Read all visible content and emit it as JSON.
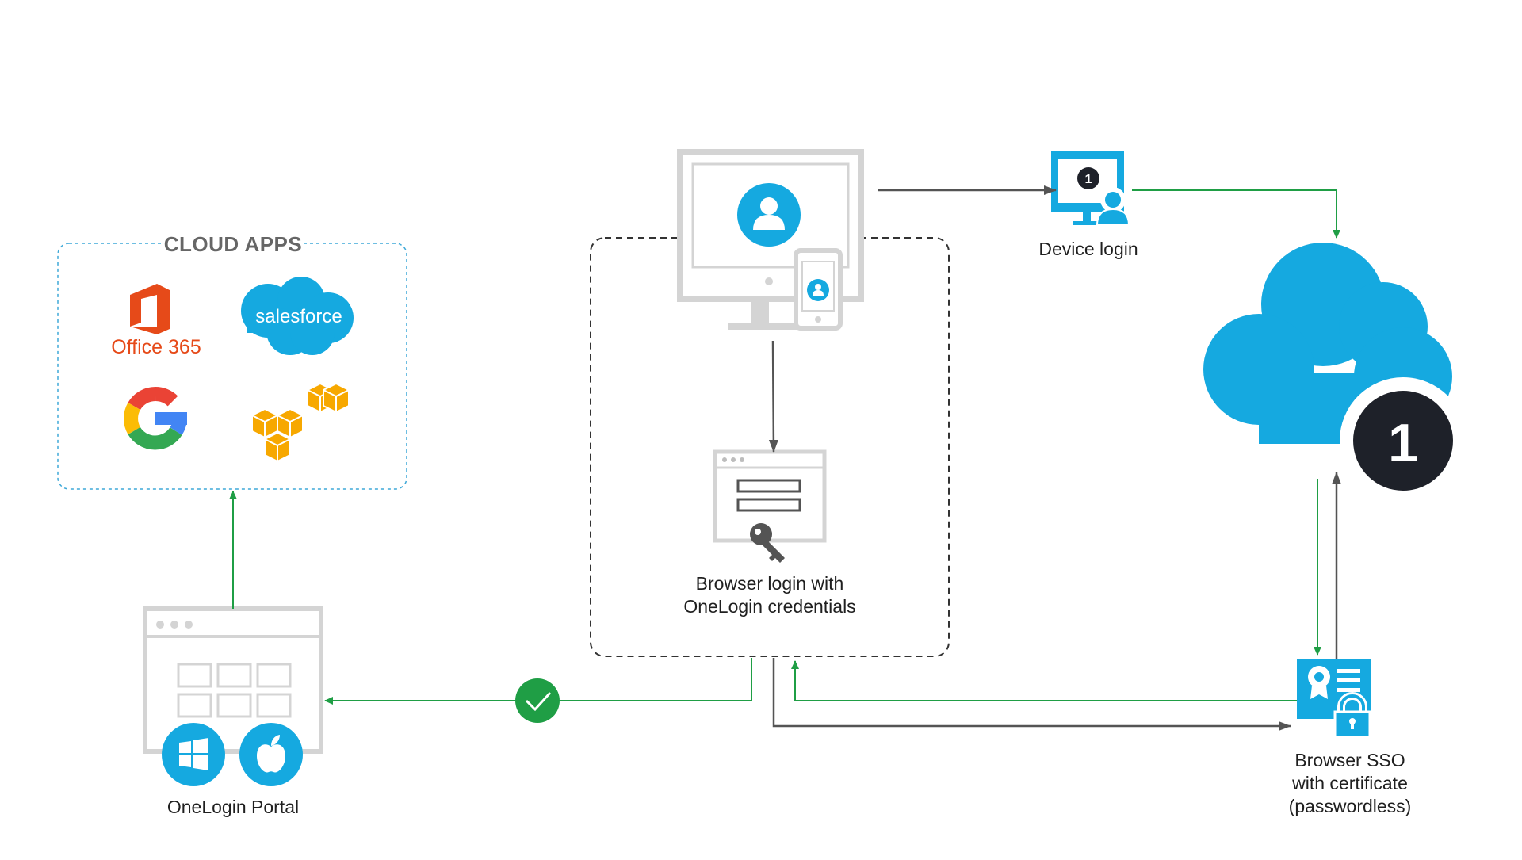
{
  "colors": {
    "accent_blue": "#15A9E0",
    "success_green": "#1F9E45",
    "arrow_dark": "#545454",
    "device_gray": "#D4D4D4",
    "onelogin_dark": "#1E2129"
  },
  "cloud_apps": {
    "title": "CLOUD APPS",
    "office365": {
      "icon": "office-365-logo",
      "label": "Office 365"
    },
    "salesforce": {
      "icon": "salesforce-logo",
      "label": "salesforce"
    },
    "google": {
      "icon": "google-logo"
    },
    "aws": {
      "icon": "aws-logo"
    }
  },
  "nodes": {
    "device_login": {
      "label": "Device login",
      "badge": "1"
    },
    "browser_login": {
      "line1": "Browser login with",
      "line2": "OneLogin credentials"
    },
    "onelogin_portal": {
      "label": "OneLogin Portal"
    },
    "browser_sso": {
      "line1": "Browser SSO",
      "line2": "with certificate",
      "line3": "(passwordless)"
    },
    "onelogin_cloud": {
      "badge": "1"
    }
  },
  "icons": {
    "windows": "windows-icon",
    "apple": "apple-icon",
    "success": "check-icon",
    "key": "key-icon",
    "user": "user-icon",
    "certificate": "certificate-icon"
  }
}
